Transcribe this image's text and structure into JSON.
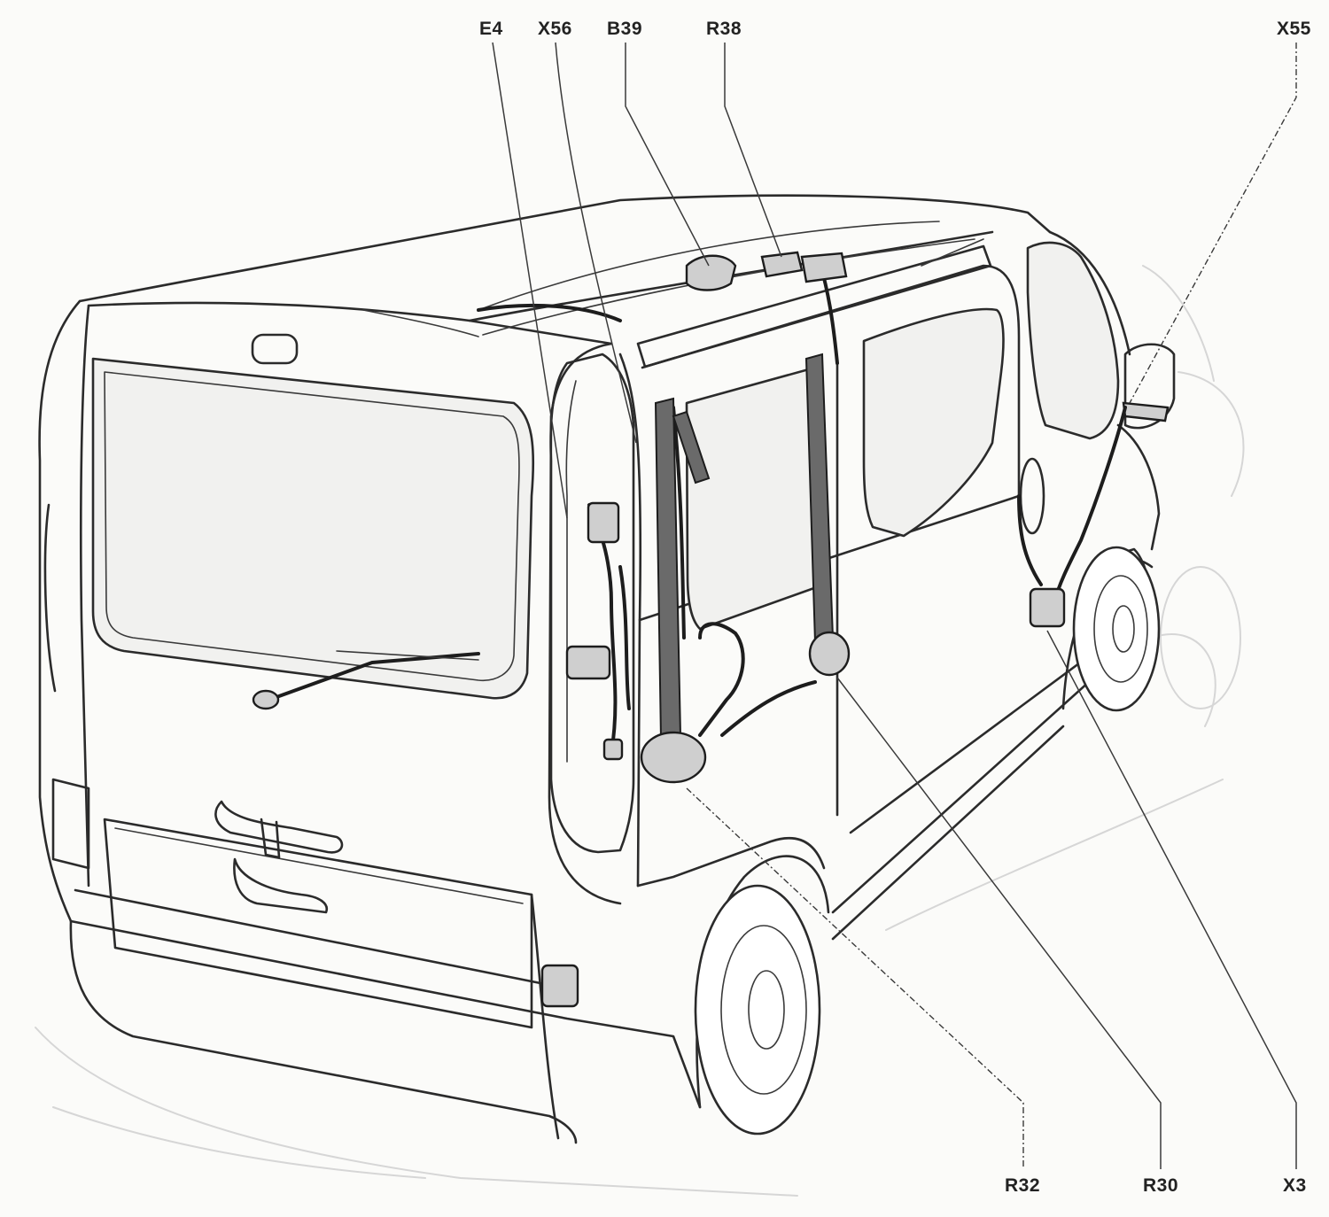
{
  "callouts": {
    "e4": "E4",
    "x56": "X56",
    "b39": "B39",
    "r38": "R38",
    "x55": "X55",
    "r32": "R32",
    "r30": "R30",
    "x3": "X3"
  },
  "colors": {
    "line": "#2b2b2b",
    "ghost": "#d6d6d6",
    "paper": "#fbfbf9"
  }
}
